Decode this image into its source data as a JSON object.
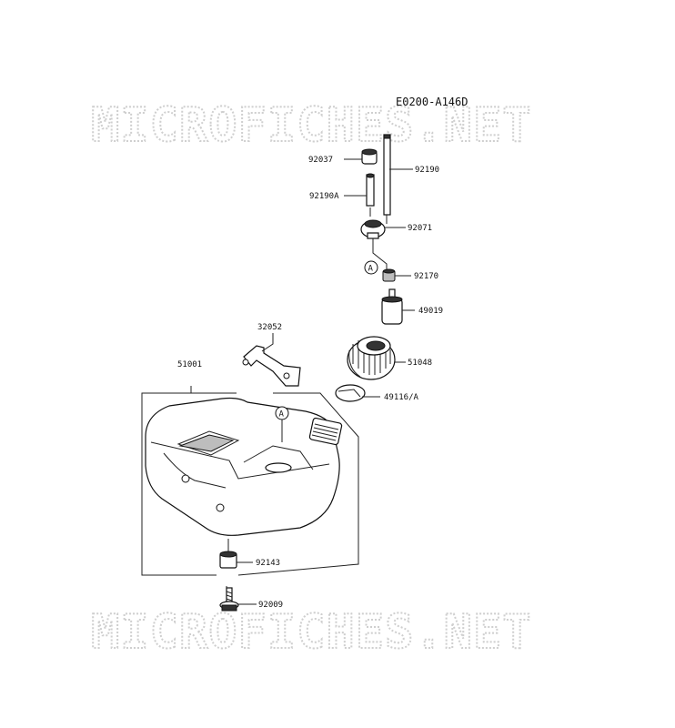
{
  "diagram": {
    "code": "E0200-A146D",
    "watermark": "MICROFICHES.NET",
    "marker": "A",
    "parts": [
      {
        "id": "92037"
      },
      {
        "id": "92190"
      },
      {
        "id": "92190A"
      },
      {
        "id": "92071"
      },
      {
        "id": "92170"
      },
      {
        "id": "49019"
      },
      {
        "id": "32052"
      },
      {
        "id": "51001"
      },
      {
        "id": "51048"
      },
      {
        "id": "49116/A"
      },
      {
        "id": "92143"
      },
      {
        "id": "92009"
      }
    ]
  }
}
